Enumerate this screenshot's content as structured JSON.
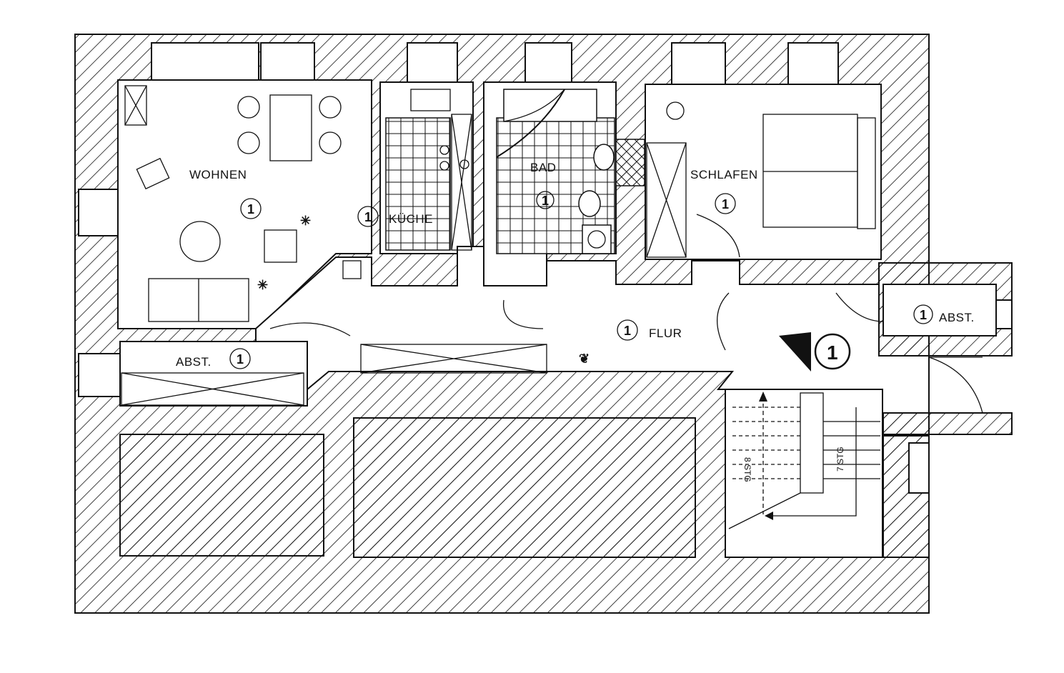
{
  "rooms": {
    "wohnen": "WOHNEN",
    "kueche": "KÜCHE",
    "bad": "BAD",
    "schlafen": "SCHLAFEN",
    "flur": "FLUR",
    "abst_left": "ABST.",
    "abst_right": "ABST."
  },
  "markers": {
    "wohnen": "1",
    "kueche": "1",
    "bad": "1",
    "schlafen": "1",
    "flur": "1",
    "abst_left": "1",
    "abst_right": "1",
    "entrance": "1"
  },
  "stairs": {
    "left": "8 STG",
    "right": "7 STG"
  },
  "colors": {
    "ink": "#111111",
    "paper": "#ffffff"
  }
}
